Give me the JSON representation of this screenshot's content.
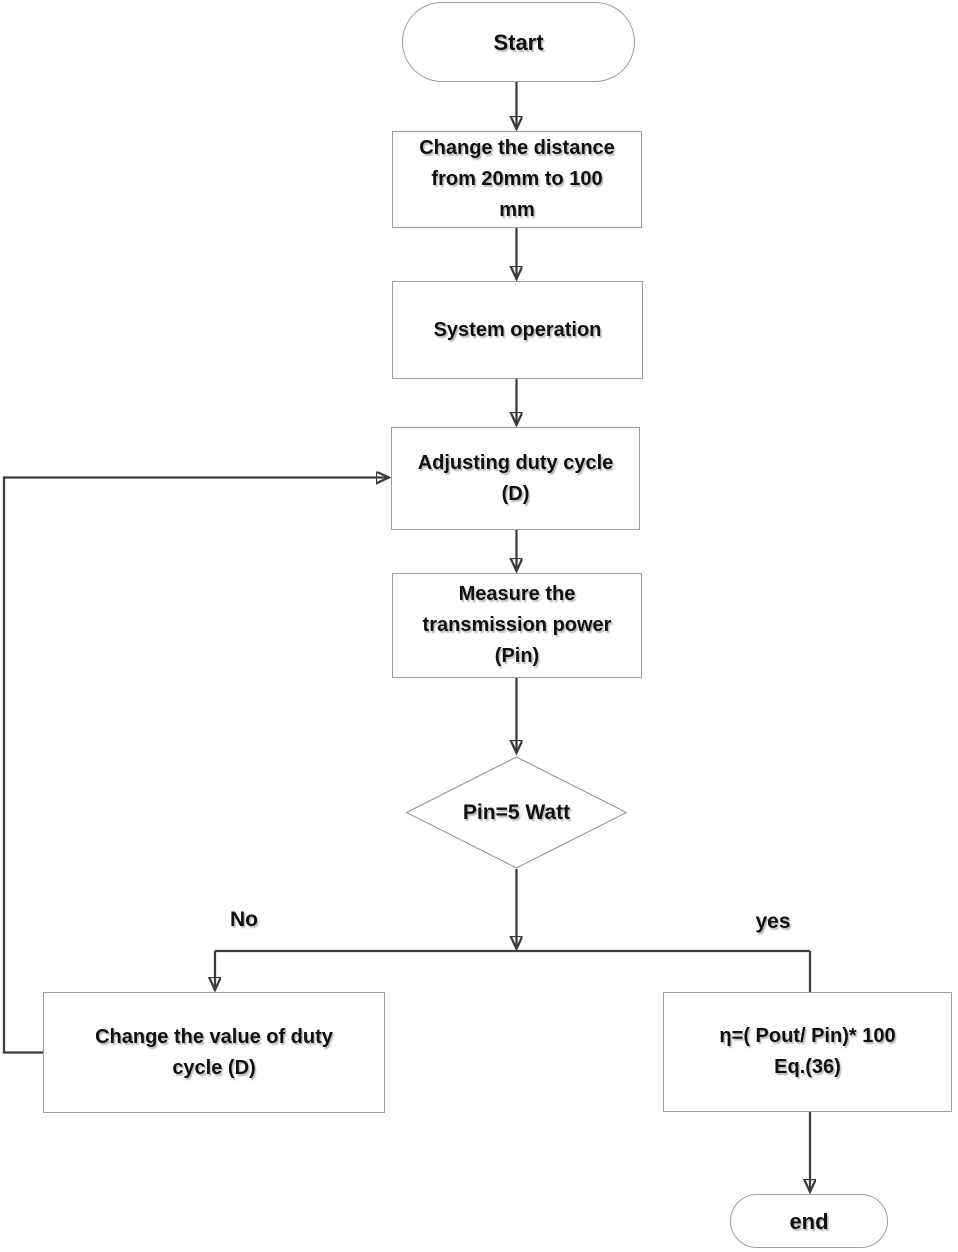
{
  "diagram": {
    "type": "flowchart",
    "colors": {
      "background": "#ffffff",
      "connector_line": "#3b3b3b",
      "shape_border": "#9e9e9e",
      "shape_fill": "#ffffff",
      "text": "#101010"
    },
    "nodes": {
      "start": {
        "type": "terminator",
        "label": "Start"
      },
      "change_distance": {
        "type": "process",
        "label": "Change the distance\nfrom 20mm to 100\nmm"
      },
      "system_operation": {
        "type": "process",
        "label": "System operation"
      },
      "adjust_duty": {
        "type": "process",
        "label": "Adjusting duty cycle\n(D)"
      },
      "measure_power": {
        "type": "process",
        "label": "Measure the\ntransmission power\n(Pin)"
      },
      "decision": {
        "type": "decision",
        "label": "Pin=5 Watt"
      },
      "change_duty_value": {
        "type": "process",
        "label": "Change  the value of duty\ncycle (D)"
      },
      "efficiency": {
        "type": "process",
        "label": "η=( Pout/ Pin)* 100\nEq.(36)"
      },
      "end": {
        "type": "terminator",
        "label": "end"
      }
    },
    "edge_labels": {
      "no": "No",
      "yes": "yes"
    }
  }
}
